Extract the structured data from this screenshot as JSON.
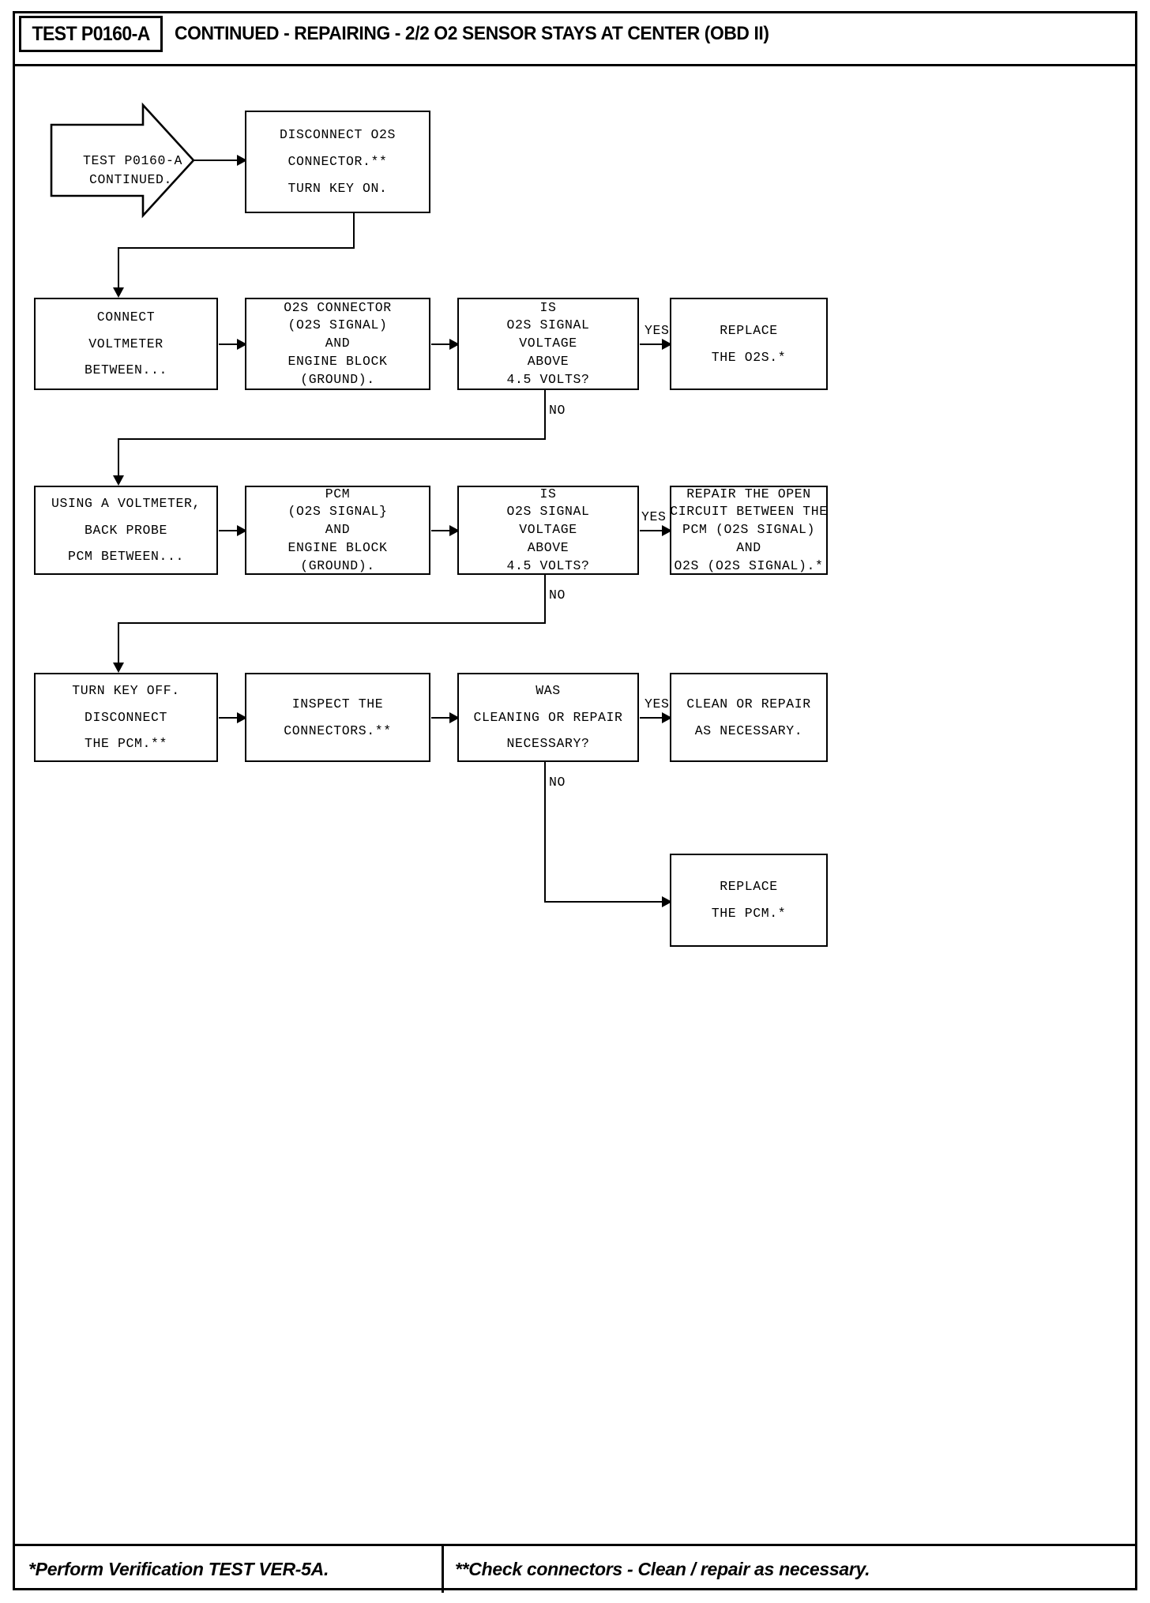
{
  "header": {
    "test_id": "TEST P0160-A",
    "title": "CONTINUED - REPAIRING - 2/2 O2 SENSOR STAYS AT CENTER (OBD II)"
  },
  "footer": {
    "left_note": "*Perform Verification TEST VER-5A.",
    "right_note": "**Check connectors - Clean / repair as necessary."
  },
  "flow": {
    "start": {
      "line1": "TEST P0160-A",
      "line2": "CONTINUED."
    },
    "nodes": {
      "disconnect_o2s": {
        "l1": "DISCONNECT O2S",
        "l2": "CONNECTOR.**",
        "l3": "TURN KEY ON."
      },
      "connect_voltmeter": {
        "l1": "CONNECT",
        "l2": "VOLTMETER",
        "l3": "BETWEEN..."
      },
      "o2s_connector_ref": {
        "l1": "O2S CONNECTOR",
        "l2": "(O2S SIGNAL)",
        "l3": "AND",
        "l4": "ENGINE BLOCK",
        "l5": "(GROUND)."
      },
      "decision_o2s_voltage": {
        "l1": "IS",
        "l2": "O2S SIGNAL",
        "l3": "VOLTAGE",
        "l4": "ABOVE",
        "l5": "4.5 VOLTS?"
      },
      "replace_o2s": {
        "l1": "REPLACE",
        "l2": "THE O2S.*"
      },
      "backprobe_pcm": {
        "l1": "USING A VOLTMETER,",
        "l2": "BACK PROBE",
        "l3": "PCM BETWEEN..."
      },
      "pcm_ref": {
        "l1": "PCM",
        "l2": "(O2S SIGNAL}",
        "l3": "AND",
        "l4": "ENGINE BLOCK",
        "l5": "(GROUND)."
      },
      "decision_pcm_voltage": {
        "l1": "IS",
        "l2": "O2S SIGNAL",
        "l3": "VOLTAGE",
        "l4": "ABOVE",
        "l5": "4.5 VOLTS?"
      },
      "repair_open_circuit": {
        "l1": "REPAIR THE OPEN",
        "l2": "CIRCUIT BETWEEN THE",
        "l3": "PCM (O2S SIGNAL)",
        "l4": "AND",
        "l5": "O2S (O2S SIGNAL).*"
      },
      "turn_key_off": {
        "l1": "TURN KEY OFF.",
        "l2": "DISCONNECT",
        "l3": "THE PCM.**"
      },
      "inspect_connectors": {
        "l1": "INSPECT THE",
        "l2": "CONNECTORS.**"
      },
      "decision_cleaning": {
        "l1": "WAS",
        "l2": "CLEANING OR REPAIR",
        "l3": "NECESSARY?"
      },
      "clean_or_repair": {
        "l1": "CLEAN OR REPAIR",
        "l2": "AS NECESSARY."
      },
      "replace_pcm": {
        "l1": "REPLACE",
        "l2": "THE PCM.*"
      }
    },
    "edge_labels": {
      "yes1": "YES",
      "no1": "NO",
      "yes2": "YES",
      "no2": "NO",
      "yes3": "YES",
      "no3": "NO"
    }
  },
  "colors": {
    "ink": "#000000",
    "paper": "#ffffff"
  }
}
